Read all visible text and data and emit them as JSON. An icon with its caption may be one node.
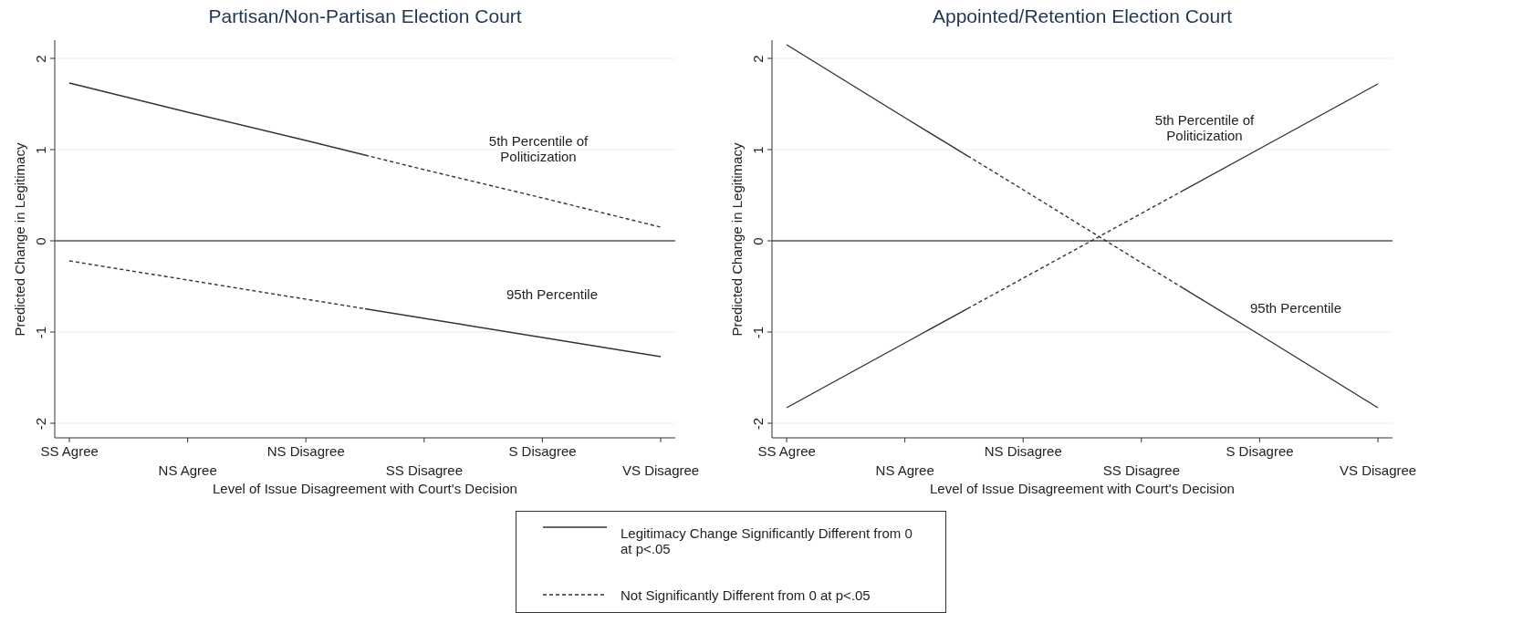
{
  "diagram": {
    "legend": [
      {
        "text": "Legitimacy Change Significantly Different from 0 at p<.05"
      },
      {
        "text": "Not Significantly Different from 0 at p<.05"
      }
    ],
    "chart_data": [
      {
        "type": "line",
        "title": "Partisan/Non-Partisan Election Court",
        "xlabel": "Level of Issue Disagreement with Court's Decision",
        "ylabel": "Predicted Change in Legitimacy",
        "grid": true,
        "categories": [
          "SS Agree",
          "NS Agree",
          "NS Disagree",
          "SS Disagree",
          "S Disagree",
          "VS Disagree"
        ],
        "ylim": [
          -2.16,
          2.2
        ],
        "yticks": [
          -2,
          -1,
          0,
          1,
          2
        ],
        "series": [
          {
            "name": "5th Percentile of Politicization",
            "values": [
              1.73,
              1.41,
              1.1,
              0.78,
              0.47,
              0.15
            ]
          },
          {
            "name": "95th Percentile",
            "values": [
              -0.22,
              -0.43,
              -0.64,
              -0.85,
              -1.06,
              -1.27
            ]
          }
        ]
      },
      {
        "type": "line",
        "title": "Appointed/Retention Election Court",
        "xlabel": "Level of Issue Disagreement with Court's Decision",
        "ylabel": "Predicted Change in Legitimacy",
        "grid": true,
        "categories": [
          "SS Agree",
          "NS Agree",
          "NS Disagree",
          "SS Disagree",
          "S Disagree",
          "VS Disagree"
        ],
        "ylim": [
          -2.16,
          2.2
        ],
        "yticks": [
          -2,
          -1,
          0,
          1,
          2
        ],
        "series": [
          {
            "name": "5th Percentile of Politicization",
            "values": [
              -1.83,
              -1.12,
              -0.41,
              0.3,
              1.01,
              1.72
            ]
          },
          {
            "name": "95th Percentile",
            "values": [
              2.15,
              1.35,
              0.56,
              -0.24,
              -1.03,
              -1.83
            ]
          }
        ]
      }
    ]
  }
}
